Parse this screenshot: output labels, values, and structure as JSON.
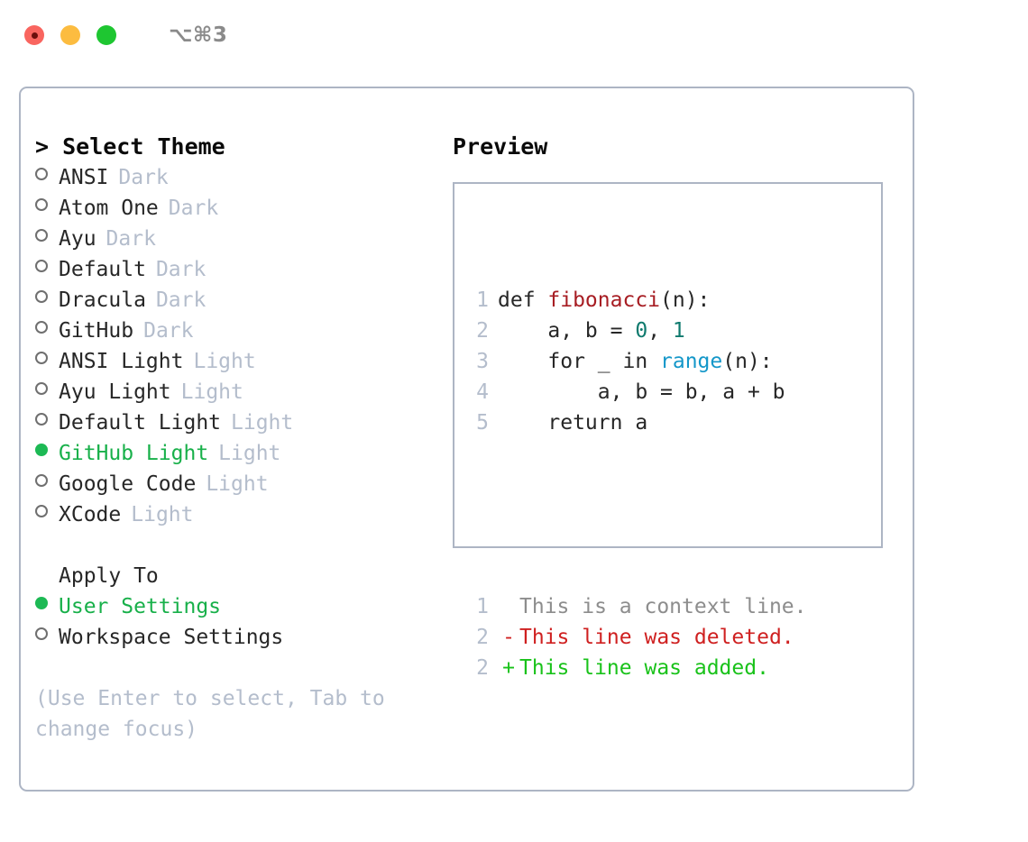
{
  "titlebar": {
    "shortcut": "⌥⌘3",
    "buttons": [
      {
        "name": "close",
        "color": "#f9655f"
      },
      {
        "name": "minimize",
        "color": "#fcbc40"
      },
      {
        "name": "zoom",
        "color": "#1ec631"
      }
    ]
  },
  "theme_list": {
    "heading": "> Select Theme",
    "items": [
      {
        "name": "ANSI",
        "variant": "Dark",
        "selected": false
      },
      {
        "name": "Atom One",
        "variant": "Dark",
        "selected": false
      },
      {
        "name": "Ayu",
        "variant": "Dark",
        "selected": false
      },
      {
        "name": "Default",
        "variant": "Dark",
        "selected": false
      },
      {
        "name": "Dracula",
        "variant": "Dark",
        "selected": false
      },
      {
        "name": "GitHub",
        "variant": "Dark",
        "selected": false
      },
      {
        "name": "ANSI Light",
        "variant": "Light",
        "selected": false
      },
      {
        "name": "Ayu Light",
        "variant": "Light",
        "selected": false
      },
      {
        "name": "Default Light",
        "variant": "Light",
        "selected": false
      },
      {
        "name": "GitHub Light",
        "variant": "Light",
        "selected": true
      },
      {
        "name": "Google Code",
        "variant": "Light",
        "selected": false
      },
      {
        "name": "XCode",
        "variant": "Light",
        "selected": false
      }
    ]
  },
  "apply_to": {
    "heading": "Apply To",
    "items": [
      {
        "name": "User Settings",
        "selected": true
      },
      {
        "name": "Workspace Settings",
        "selected": false
      }
    ]
  },
  "hint": "(Use Enter to select, Tab to change focus)",
  "preview": {
    "title": "Preview",
    "code_lines": [
      {
        "no": "1",
        "tokens": [
          {
            "t": "def ",
            "c": "plain"
          },
          {
            "t": "fibonacci",
            "c": "fn"
          },
          {
            "t": "(n):",
            "c": "plain"
          }
        ]
      },
      {
        "no": "2",
        "tokens": [
          {
            "t": "    a, b = ",
            "c": "plain"
          },
          {
            "t": "0",
            "c": "num"
          },
          {
            "t": ", ",
            "c": "plain"
          },
          {
            "t": "1",
            "c": "num"
          }
        ]
      },
      {
        "no": "3",
        "tokens": [
          {
            "t": "    for _ in ",
            "c": "plain"
          },
          {
            "t": "range",
            "c": "call"
          },
          {
            "t": "(n):",
            "c": "plain"
          }
        ]
      },
      {
        "no": "4",
        "tokens": [
          {
            "t": "        a, b = b, a + b",
            "c": "plain"
          }
        ]
      },
      {
        "no": "5",
        "tokens": [
          {
            "t": "    return a",
            "c": "plain"
          }
        ]
      }
    ],
    "diff_lines": [
      {
        "no": "1",
        "mark": " ",
        "text": "This is a context line.",
        "kind": "ctx"
      },
      {
        "no": "2",
        "mark": "-",
        "text": "This line was deleted.",
        "kind": "del"
      },
      {
        "no": "2",
        "mark": "+",
        "text": "This line was added.",
        "kind": "add"
      }
    ]
  },
  "colors": {
    "accent_green": "#18b04a",
    "muted": "#b4bdcc",
    "border": "#adb5c4",
    "text": "#272727",
    "diff_add": "#19c21a",
    "diff_del": "#cf2020",
    "syntax_fn": "#a71d23",
    "syntax_num": "#0f7a6e",
    "syntax_call": "#1497c9"
  }
}
